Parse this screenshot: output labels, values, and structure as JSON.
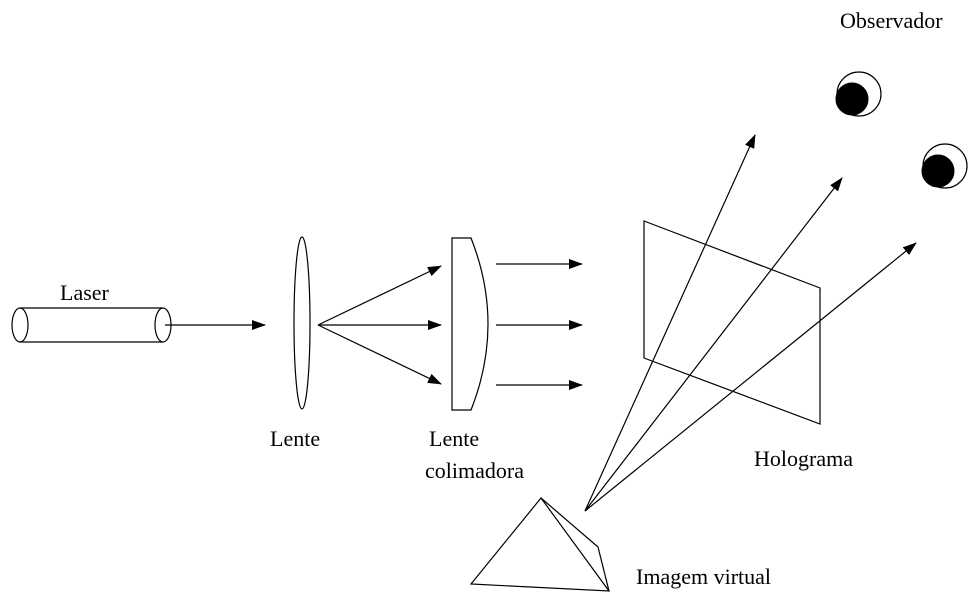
{
  "labels": {
    "laser": "Laser",
    "lente": "Lente",
    "lente_colimadora_line1": "Lente",
    "lente_colimadora_line2": "colimadora",
    "holograma": "Holograma",
    "imagem_virtual": "Imagem virtual",
    "observador": "Observador"
  },
  "colors": {
    "line": "#000000",
    "background": "#ffffff"
  }
}
